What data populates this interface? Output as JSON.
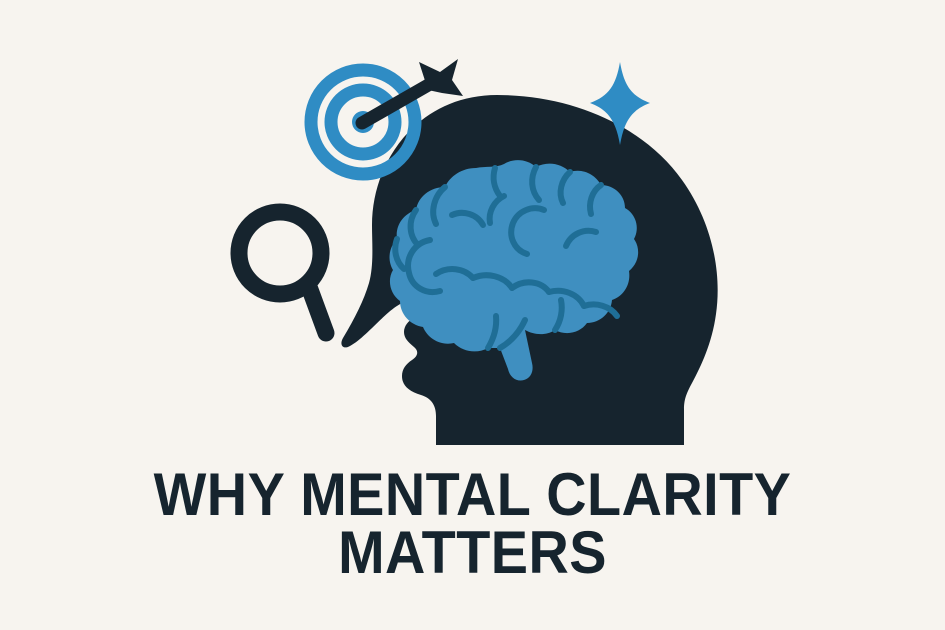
{
  "poster": {
    "background_color": "#F7F4EF",
    "headline": {
      "line1": "WHY MENTAL CLARITY",
      "line2": "MATTERS",
      "color": "#16242E"
    },
    "illustration": {
      "alt_name": "head-profile-with-brain",
      "colors": {
        "silhouette_navy": "#16242E",
        "brain_blue": "#3F8FC0",
        "brain_fold_blue": "#1F6E96",
        "accent_blue": "#2F8CC4",
        "background_cream": "#F7F4EF"
      },
      "elements": [
        {
          "name": "target-icon",
          "label": "Target with arrow",
          "color": "#2F8CC4",
          "rings": 3
        },
        {
          "name": "arrow-icon",
          "label": "Arrow hitting bullseye",
          "color": "#16242E"
        },
        {
          "name": "sparkle-icon",
          "label": "Four point sparkle",
          "color": "#2F8CC4"
        },
        {
          "name": "magnifier-icon",
          "label": "Magnifying glass",
          "color": "#16242E"
        },
        {
          "name": "head-silhouette",
          "label": "Side profile head silhouette",
          "color": "#16242E"
        },
        {
          "name": "brain-icon",
          "label": "Brain",
          "color": "#3F8FC0"
        }
      ]
    }
  }
}
